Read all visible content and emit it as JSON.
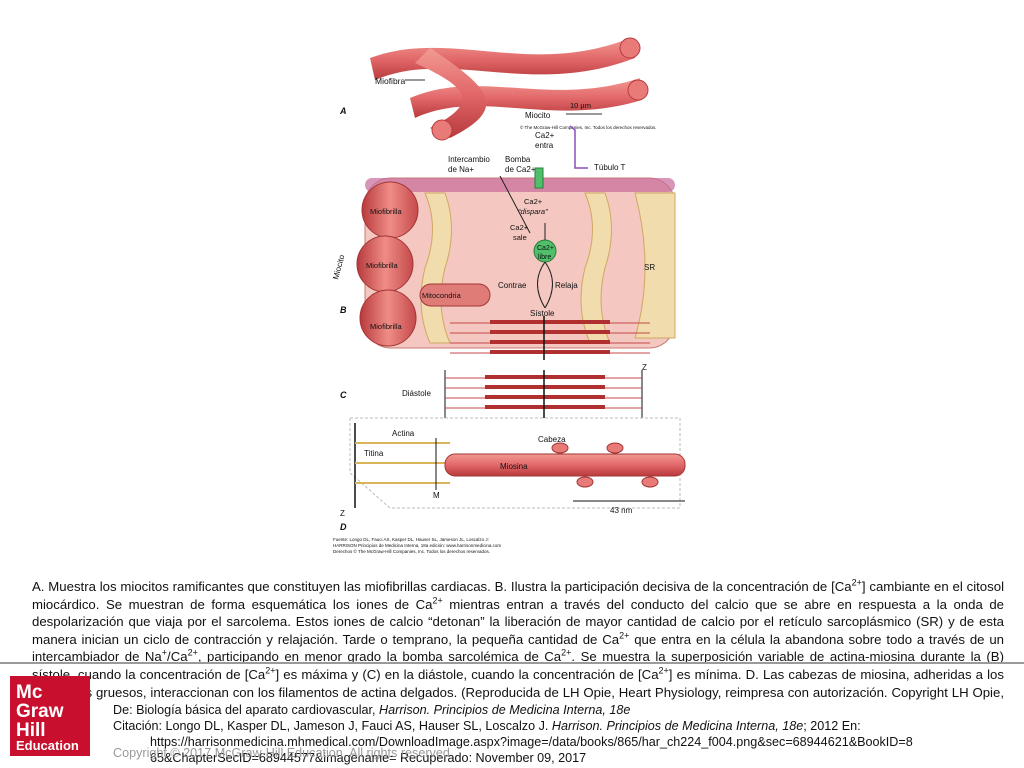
{
  "figure": {
    "panels": {
      "a": "A",
      "b": "B",
      "c": "C",
      "d": "D"
    },
    "labels": {
      "miofibra": "Miofibra",
      "miocito": "Miocito",
      "scale": "10 µm",
      "copyright_small": "© The McGraw-Hill Companies, Inc. Todos los derechos reservados.",
      "intercambio": "Intercambio",
      "de_na": "de Na+",
      "bomba": "Bomba",
      "de_ca": "de Ca2+",
      "ca_entra_1": "Ca2+",
      "ca_entra_2": "entra",
      "tubulo": "Túbulo T",
      "miocito_side": "Miocito",
      "miofibrilla_1": "Miofibrilla",
      "miofibrilla_2": "Miofibrilla",
      "miofibrilla_3": "Miofibrilla",
      "mitocondria": "Mitocondria",
      "ca_dispara_1": "Ca2+",
      "ca_dispara_2": "“dispara”",
      "ca_sale_1": "Ca2+",
      "ca_sale_2": "sale",
      "ca_libre_1": "Ca2+",
      "ca_libre_2": "libre",
      "contrae": "Contrae",
      "relaja": "Relaja",
      "sistole": "Sístole",
      "sr": "SR",
      "diastole": "Diástole",
      "z_top": "Z",
      "z_bottom": "Z",
      "actina": "Actina",
      "titina": "Titina",
      "cabeza": "Cabeza",
      "miosina": "Miosina",
      "m": "M",
      "nm": "43 nm",
      "fuente_1": "Fuente: Longo DL, Fauci AS, Kasper DL, Hauser SL, Jameson JL, Loscalzo J:",
      "fuente_2": "HARRISON Principios de Medicina Interna, 18a edición: www.harrisonmedicina.com",
      "fuente_3": "Derechos © The McGraw-Hill Companies, Inc. Todos los derechos reservados."
    }
  },
  "caption": {
    "p1": "A. Muestra los miocitos ramificantes que constituyen las miofibrillas cardiacas. B. Ilustra la participación decisiva de la concentración de [Ca",
    "s1": "2+",
    "p2": "] cambiante en el citosol miocárdico. Se muestran de forma esquemática los iones de Ca",
    "s2": "2+",
    "p3": " mientras entran a través del conducto del calcio que se abre en respuesta a la onda de despolarización que viaja por el sarcolema. Estos iones de calcio “detonan” la liberación de mayor cantidad de calcio por el retículo sarcoplásmico (SR) y de esta manera inician un ciclo de contracción y relajación. Tarde o temprano, la pequeña cantidad de Ca",
    "s3": "2+",
    "p4": " que entra en la célula la abandona sobre todo a través de un intercambiador de Na",
    "s4": "+",
    "p5": "/Ca",
    "s5": "2+",
    "p6": ", participando en menor grado la bomba sarcolémica de Ca",
    "s6": "2+",
    "p7": ". Se muestra la superposición variable de actina-miosina durante la (B) sístole, cuando la concentración de [Ca",
    "s7": "2+",
    "p8": "] es máxima y (C) en la diástole, cuando la concentración de [Ca",
    "s8": "2+",
    "p9": "] es mínima. D. Las cabezas de miosina, adheridas a los filamentos gruesos, interaccionan con los filamentos de actina delgados. (Reproducida de LH Opie, Heart Physiology, reimpresa con autorización. Copyright LH Opie, 2004.)"
  },
  "source": {
    "line1_prefix": "De: Biología básica del aparato cardiovascular, ",
    "line1_italic": "Harrison. Principios de Medicina Interna, 18e",
    "line2_prefix": "Citación: Longo DL, Kasper DL, Jameson J, Fauci AS, Hauser SL, Loscalzo J. ",
    "line2_italic": "Harrison. Principios de Medicina Interna, 18e",
    "line2_suffix": "; 2012 En:",
    "line3": "https://harrisonmedicina.mhmedical.com/DownloadImage.aspx?image=/data/books/865/har_ch224_f004.png&sec=68944621&BookID=8",
    "line4": "65&ChapterSecID=68944577&imagename= Recuperado: November 09, 2017"
  },
  "logo": {
    "line1": "Mc",
    "line2": "Graw",
    "line3": "Hill",
    "line4": "Education"
  },
  "copyright": "Copyright © 2017 McGraw-Hill Education. All rights reserved",
  "colors": {
    "muscle": "#e2686a",
    "muscle_dark": "#b83a3c",
    "sr": "#f1dcae",
    "ca_green": "#4fbf6a",
    "brand_red": "#c8102e"
  }
}
